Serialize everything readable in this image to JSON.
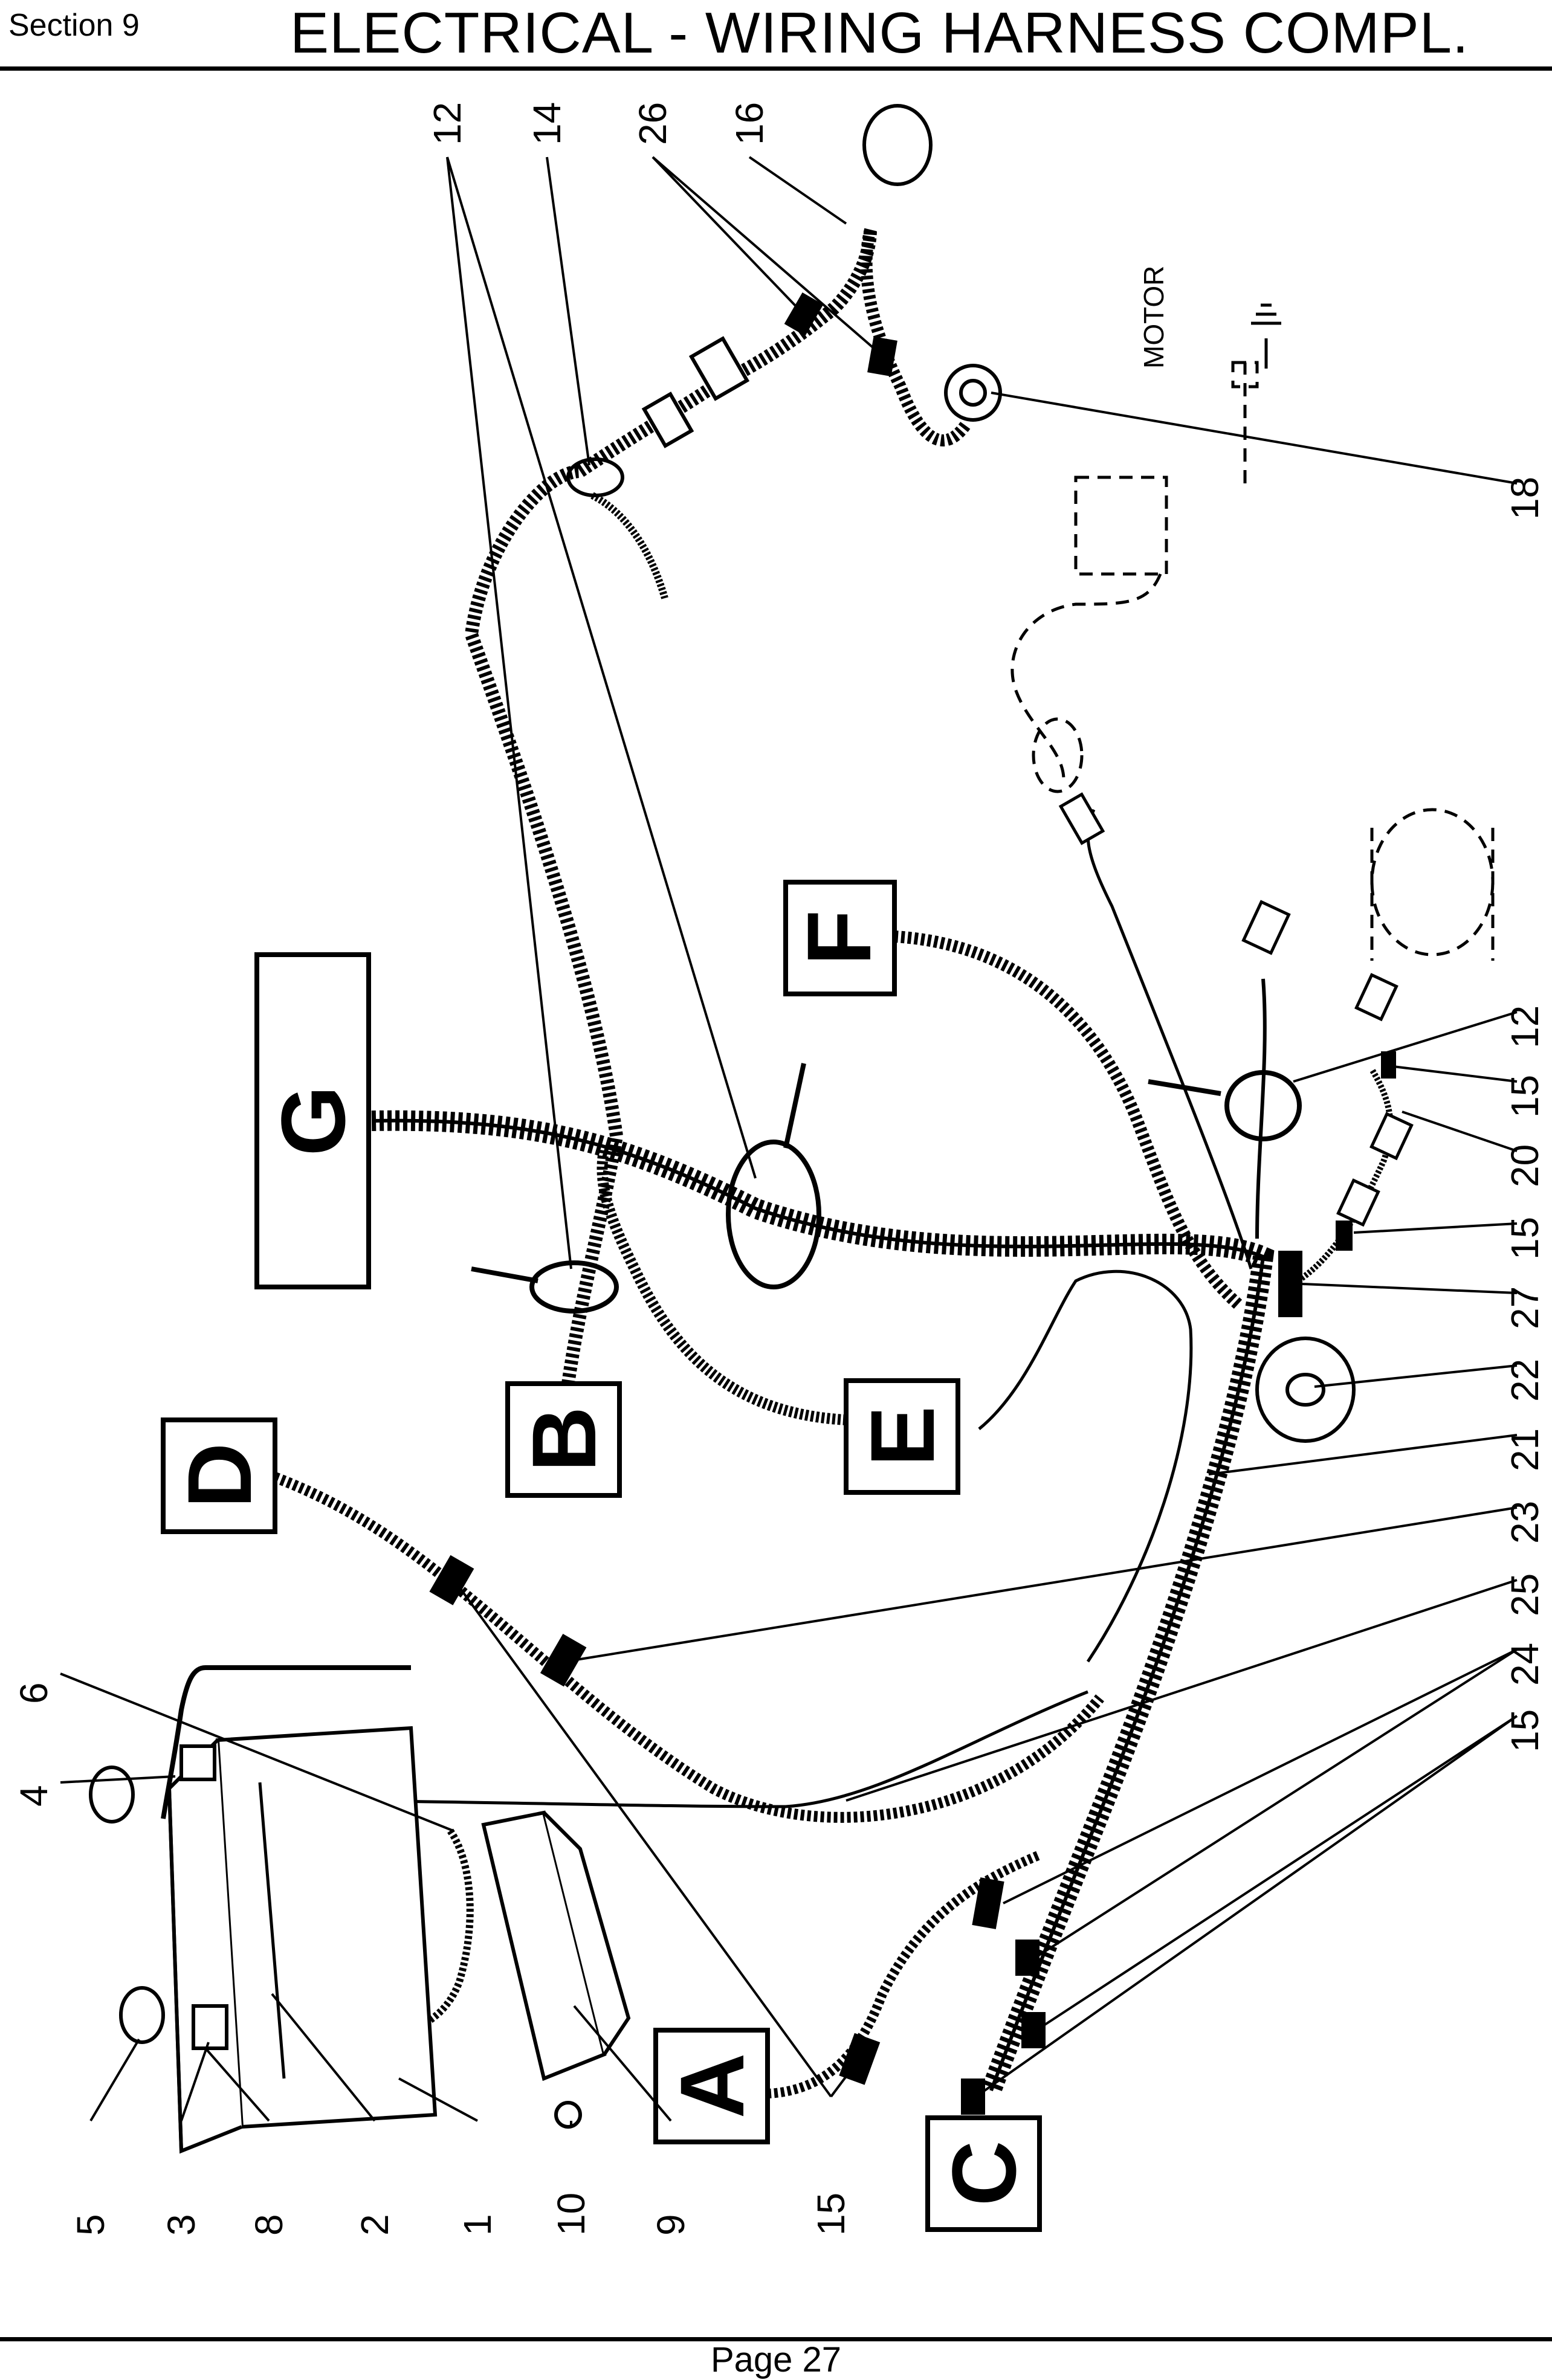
{
  "header": {
    "section": "Section 9",
    "title": "ELECTRICAL - WIRING HARNESS COMPL."
  },
  "footer": {
    "page": "Page 27"
  },
  "diagram": {
    "callouts_top": [
      "12",
      "14",
      "26",
      "16"
    ],
    "callouts_right": [
      "18",
      "12",
      "15",
      "20",
      "15",
      "27",
      "22",
      "21",
      "23",
      "25",
      "24",
      "15"
    ],
    "callouts_bottom": [
      "5",
      "3",
      "8",
      "2",
      "1",
      "10",
      "9",
      "15"
    ],
    "callout_left": "6",
    "callout_4": "4",
    "connector_labels": [
      "A",
      "B",
      "C",
      "D",
      "E",
      "F",
      "G"
    ],
    "motor_label": "MOTOR"
  }
}
